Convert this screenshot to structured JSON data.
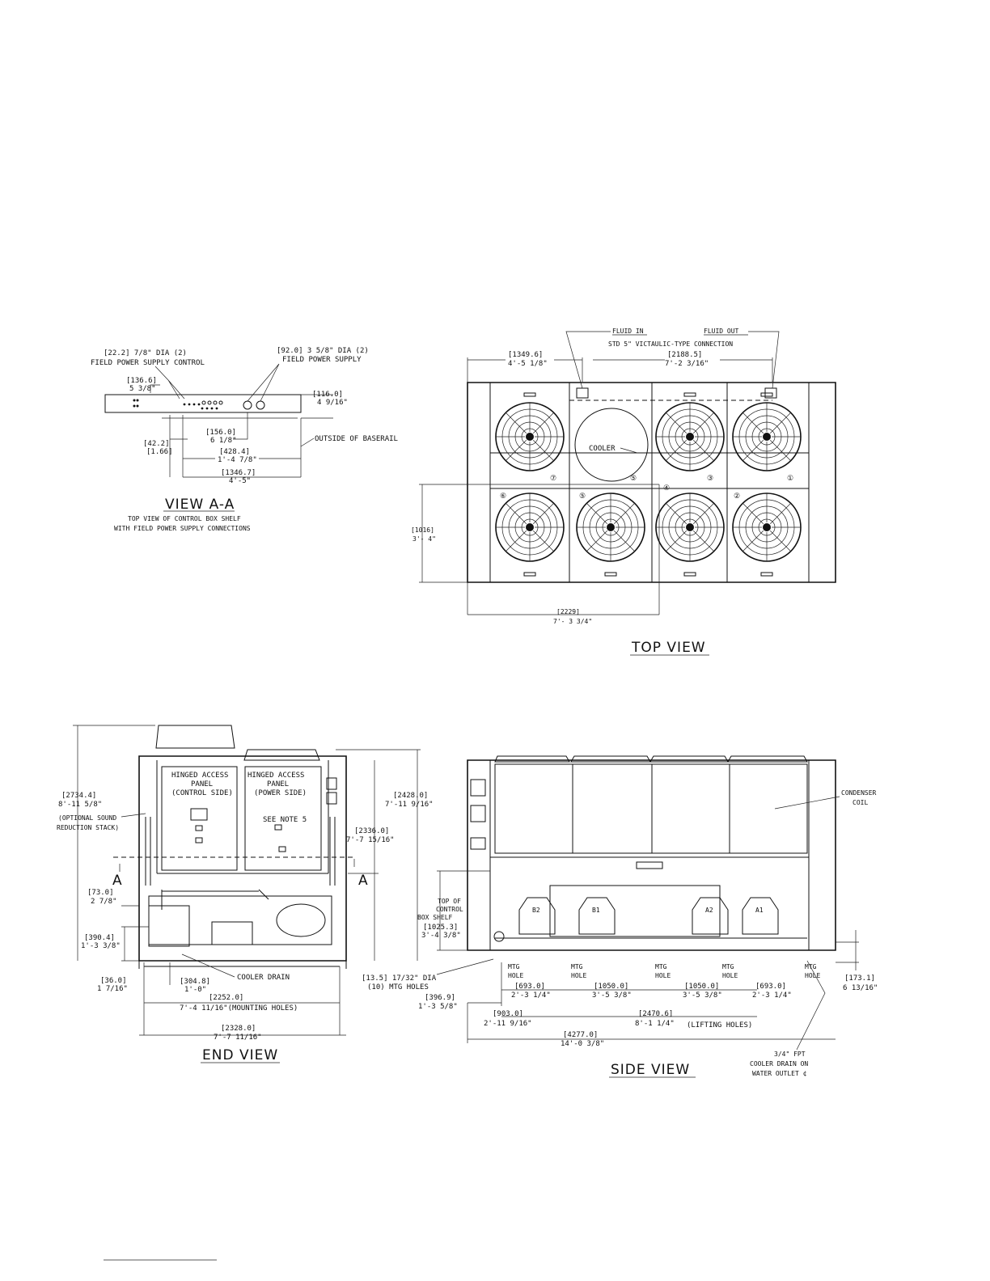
{
  "view_aa": {
    "title": "VIEW A-A",
    "caption1": "TOP VIEW OF CONTROL BOX SHELF",
    "caption2": "WITH FIELD POWER SUPPLY CONNECTIONS",
    "callout_left_1": "[22.2] 7/8\" DIA (2)",
    "callout_left_2": "FIELD POWER SUPPLY CONTROL",
    "callout_right_1": "[92.0] 3 5/8\" DIA (2)",
    "callout_right_2": "FIELD POWER SUPPLY",
    "dim_1366_mm": "[136.6]",
    "dim_1366_in": "5 3/8\"",
    "dim_116_mm": "[116.0]",
    "dim_116_in": "4 9/16\"",
    "dim_156_mm": "[156.0]",
    "dim_156_in": "6 1/8\"",
    "dim_422_mm": "[42.2]",
    "dim_422_in": "[1.66]",
    "dim_4284_mm": "[428.4]",
    "dim_4284_in": "1'-4 7/8\"",
    "dim_13467_mm": "[1346.7]",
    "dim_13467_in": "4'-5\"",
    "baserail": "OUTSIDE OF BASERAIL"
  },
  "top_view": {
    "title": "TOP VIEW",
    "fluid_in": "FLUID IN",
    "fluid_out": "FLUID OUT",
    "connection": "STD 5\" VICTAULIC-TYPE CONNECTION",
    "dim_13496_mm": "[1349.6]",
    "dim_13496_in": "4'-5 1/8\"",
    "dim_21885_mm": "[2188.5]",
    "dim_21885_in": "7'-2 3/16\"",
    "dim_1016_mm": "[1016]",
    "dim_1016_in": "3'- 4\"",
    "dim_2229_mm": "[2229]",
    "dim_2229_in": "7'- 3 3/4\"",
    "cooler": "COOLER",
    "fan_numbers": [
      "①",
      "②",
      "③",
      "④",
      "⑤",
      "⑥",
      "⑦"
    ]
  },
  "end_view": {
    "title": "END VIEW",
    "panel_left_1": "HINGED ACCESS",
    "panel_left_2": "PANEL",
    "panel_left_3": "(CONTROL SIDE)",
    "panel_right_1": "HINGED ACCESS",
    "panel_right_2": "PANEL",
    "panel_right_3": "(POWER SIDE)",
    "see_note": "SEE NOTE 5",
    "dim_27344_mm": "[2734.4]",
    "dim_27344_in": "8'-11 5/8\"",
    "stack_1": "(OPTIONAL SOUND",
    "stack_2": "REDUCTION STACK)",
    "dim_24280_mm": "[2428.0]",
    "dim_24280_in": "7'-11 9/16\"",
    "dim_23360_mm": "[2336.0]",
    "dim_23360_in": "7'-7 15/16\"",
    "dim_730_mm": "[73.0]",
    "dim_730_in": "2 7/8\"",
    "dim_3904_mm": "[390.4]",
    "dim_3904_in": "1'-3 3/8\"",
    "dim_360_mm": "[36.0]",
    "dim_360_in": "1 7/16\"",
    "dim_3048_mm": "[304.8]",
    "dim_3048_in": "1'-0\"",
    "cooler_drain": "COOLER DRAIN",
    "dim_22520_mm": "[2252.0]",
    "dim_22520_in": "7'-4 11/16\"(MOUNTING HOLES)",
    "dim_23280_mm": "[2328.0]",
    "dim_23280_in": "7'-7 11/16\"",
    "section_a": "A"
  },
  "side_view": {
    "title": "SIDE VIEW",
    "condenser_1": "CONDENSER",
    "condenser_2": "COIL",
    "top_of_1": "TOP OF",
    "top_of_2": "CONTROL",
    "top_of_3": "BOX SHELF",
    "dim_10253_mm": "[1025.3]",
    "dim_10253_in": "3'-4 3/8\"",
    "dim_135_1": "[13.5] 17/32\" DIA",
    "dim_135_2": "(10) MTG HOLES",
    "dim_3969_mm": "[396.9]",
    "dim_3969_in": "1'-3 5/8\"",
    "dim_9030_mm": "[903.0]",
    "dim_9030_in": "2'-11 9/16\"",
    "mtg_hole_1": "MTG",
    "mtg_hole_2": "HOLE",
    "dim_6930_mm": "[693.0]",
    "dim_6930_in": "2'-3 1/4\"",
    "dim_10500_mm": "[1050.0]",
    "dim_10500_in": "3'-5 3/8\"",
    "dim_24706_mm": "[2470.6]",
    "dim_24706_in": "8'-1 1/4\"",
    "lifting": "(LIFTING HOLES)",
    "dim_42770_mm": "[4277.0]",
    "dim_42770_in": "14'-0 3/8\"",
    "dim_1731_mm": "[173.1]",
    "dim_1731_in": "6 13/16\"",
    "drain_1": "3/4\" FPT",
    "drain_2": "COOLER DRAIN ON",
    "drain_3": "WATER OUTLET ¢",
    "compressors": [
      "B2",
      "B1",
      "A2",
      "A1"
    ]
  }
}
